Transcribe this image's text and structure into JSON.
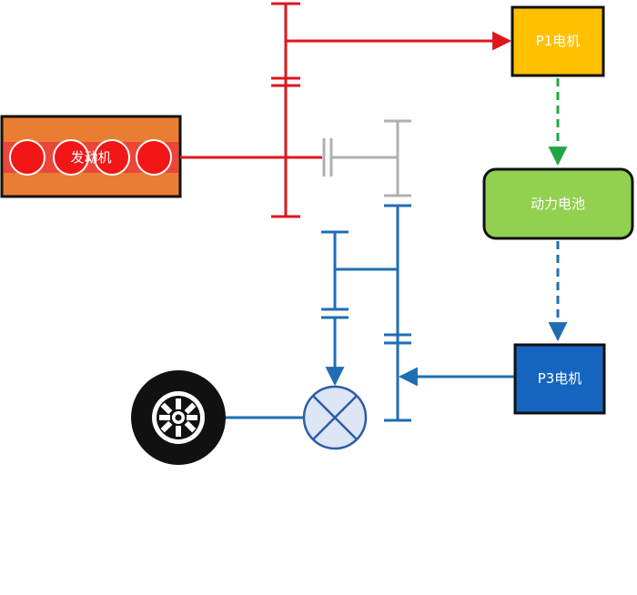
{
  "nodes": {
    "engine": {
      "label": "发动机",
      "fill": "#E97D32",
      "band": "#EE3B3B",
      "cylinder": "#F21616"
    },
    "p1_motor": {
      "label": "P1电机",
      "fill": "#FFC000"
    },
    "battery": {
      "label": "动力电池",
      "fill": "#92D050"
    },
    "p3_motor": {
      "label": "P3电机",
      "fill": "#1565C0"
    }
  },
  "colors": {
    "engine_path": "#E0141E",
    "clutch_path": "#B0B0B0",
    "output_path": "#1E6EB4",
    "charge_flow": "#21A646",
    "wheel": "#111111",
    "differential_fill": "#DCE6F5",
    "differential_stroke": "#2E5CA8"
  },
  "icons": {
    "wheel": "wheel-icon",
    "differential": "differential-icon"
  }
}
